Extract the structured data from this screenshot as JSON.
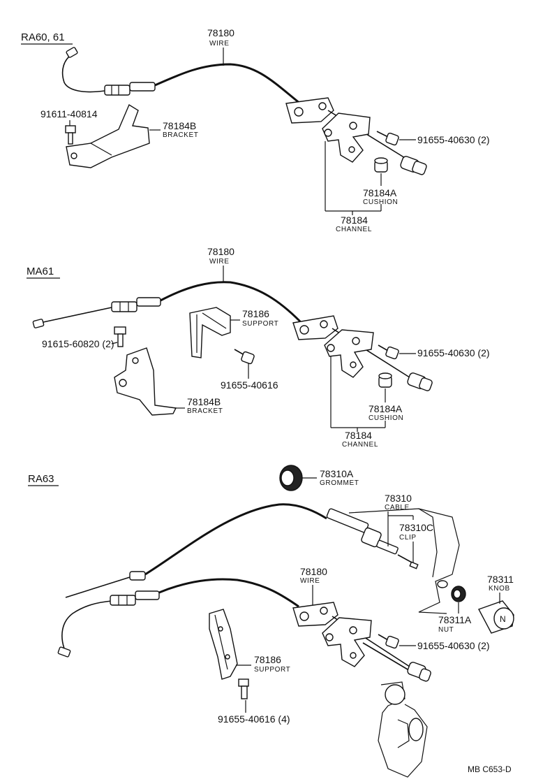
{
  "sections": {
    "ra60": {
      "label": "RA60, 61",
      "wire": {
        "code": "78180",
        "name": "WIRE"
      },
      "bolt1": {
        "code": "91611-40814"
      },
      "bracket": {
        "code": "78184B",
        "name": "BRACKET"
      },
      "bolt2": {
        "code": "91655-40630 (2)"
      },
      "cushion": {
        "code": "78184A",
        "name": "CUSHION"
      },
      "channel": {
        "code": "78184",
        "name": "CHANNEL"
      }
    },
    "ma61": {
      "label": "MA61",
      "wire": {
        "code": "78180",
        "name": "WIRE"
      },
      "support": {
        "code": "78186",
        "name": "SUPPORT"
      },
      "bolt1": {
        "code": "91615-60820 (2)"
      },
      "bolt2": {
        "code": "91655-40630 (2)"
      },
      "bolt3": {
        "code": "91655-40616"
      },
      "bracket": {
        "code": "78184B",
        "name": "BRACKET"
      },
      "cushion": {
        "code": "78184A",
        "name": "CUSHION"
      },
      "channel": {
        "code": "78184",
        "name": "CHANNEL"
      }
    },
    "ra63": {
      "label": "RA63",
      "grommet": {
        "code": "78310A",
        "name": "GROMMET"
      },
      "cable": {
        "code": "78310",
        "name": "CABLE"
      },
      "clip": {
        "code": "78310C",
        "name": "CLIP"
      },
      "knob": {
        "code": "78311",
        "name": "KNOB"
      },
      "wire": {
        "code": "78180",
        "name": "WIRE"
      },
      "nut": {
        "code": "78311A",
        "name": "NUT"
      },
      "bolt1": {
        "code": "91655-40630 (2)"
      },
      "support": {
        "code": "78186",
        "name": "SUPPORT"
      },
      "bolt2": {
        "code": "91655-40616 (4)"
      },
      "knob_letter": "N"
    }
  },
  "reference": "MB  C653-D"
}
